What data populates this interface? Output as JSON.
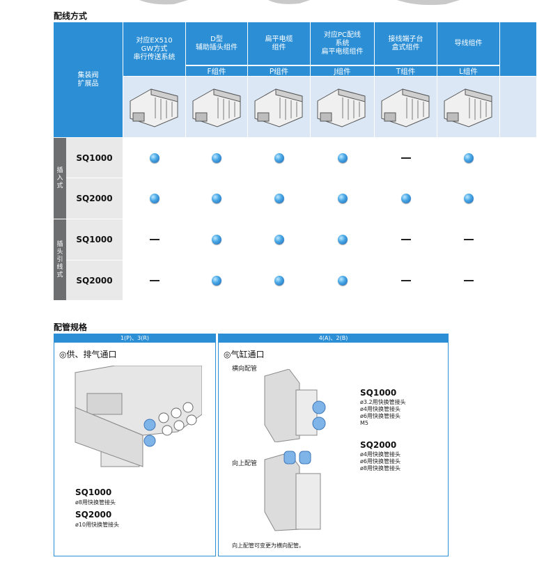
{
  "wiring": {
    "title": "配线方式",
    "corner_label": "集装阀\n扩展品",
    "columns": [
      {
        "header": "对应EX510\nGW方式\n串行传送系统",
        "sub": ""
      },
      {
        "header": "D型\n辅助插头组件",
        "sub": "F组件"
      },
      {
        "header": "扁平电缆\n组件",
        "sub": "P组件"
      },
      {
        "header": "对应PC配线\n系统\n扁平电缆组件",
        "sub": "J组件"
      },
      {
        "header": "接线端子台\n盒式组件",
        "sub": "T组件"
      },
      {
        "header": "导线组件",
        "sub": "L组件"
      },
      {
        "header": "",
        "sub": ""
      }
    ],
    "groups": [
      {
        "label": "插\n入\n式",
        "rows": [
          {
            "model": "SQ1000",
            "marks": [
              "dot",
              "dot",
              "dot",
              "dot",
              "dash",
              "dot",
              ""
            ]
          },
          {
            "model": "SQ2000",
            "marks": [
              "dot",
              "dot",
              "dot",
              "dot",
              "dot",
              "dot",
              ""
            ]
          }
        ]
      },
      {
        "label": "插\n头\n引\n线\n式",
        "rows": [
          {
            "model": "SQ1000",
            "marks": [
              "dash",
              "dot",
              "dot",
              "dot",
              "dash",
              "dash",
              ""
            ]
          },
          {
            "model": "SQ2000",
            "marks": [
              "dash",
              "dot",
              "dot",
              "dot",
              "dash",
              "dash",
              ""
            ]
          }
        ]
      }
    ]
  },
  "piping": {
    "title": "配管规格",
    "left": {
      "header": "1(P)、3(R)",
      "title": "◎供、排气通口",
      "models": [
        {
          "name": "SQ1000",
          "spec": "ø8用快换管接头"
        },
        {
          "name": "SQ2000",
          "spec": "ø10用快换管接头"
        }
      ]
    },
    "right": {
      "header": "4(A)、2(B)",
      "title": "◎气缸通口",
      "side_label": "横向配管",
      "up_label": "向上配管",
      "models": [
        {
          "name": "SQ1000",
          "spec": "ø3.2用快换管接头\nø4用快换管接头\nø6用快换管接头\nM5"
        },
        {
          "name": "SQ2000",
          "spec": "ø4用快换管接头\nø6用快换管接头\nø8用快换管接头"
        }
      ],
      "note": "向上配管可变更为横向配管。"
    }
  }
}
